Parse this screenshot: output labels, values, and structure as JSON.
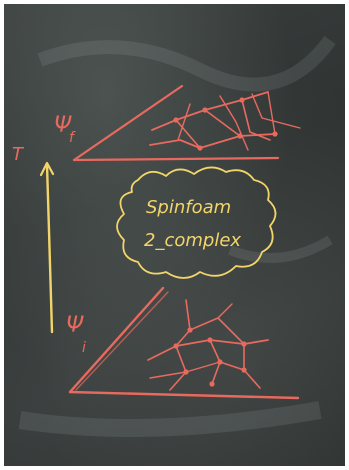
{
  "labels": {
    "time": "T",
    "psi_f": "Ψ",
    "psi_f_sub": "f",
    "psi_i": "Ψ",
    "psi_i_sub": "i",
    "cloud_line1": "Spinfoam",
    "cloud_line2": "2_complex"
  },
  "colors": {
    "board": "#323736",
    "chalk_red": "#e86a5f",
    "chalk_yellow": "#f2d56a"
  }
}
